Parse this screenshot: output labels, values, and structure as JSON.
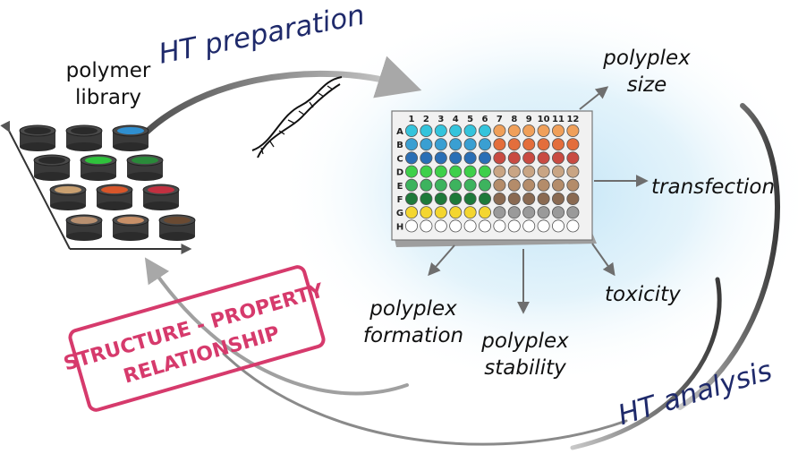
{
  "library": {
    "label_line1": "polymer",
    "label_line2": "library"
  },
  "ht_preparation": "HT preparation",
  "ht_analysis": "HT analysis",
  "plate": {
    "columns": [
      "1",
      "2",
      "3",
      "4",
      "5",
      "6",
      "7",
      "8",
      "9",
      "10",
      "11",
      "12"
    ],
    "rows": [
      "A",
      "B",
      "C",
      "D",
      "E",
      "F",
      "G",
      "H"
    ]
  },
  "outputs": {
    "size": {
      "line1": "polyplex",
      "line2": "size"
    },
    "transfection": "transfection",
    "toxicity": "toxicity",
    "formation": {
      "line1": "polyplex",
      "line2": "formation"
    },
    "stability": {
      "line1": "polyplex",
      "line2": "stability"
    }
  },
  "stamp": {
    "line1": "STRUCTURE - PROPERTY",
    "line2": "RELATIONSHIP",
    "color": "#d63a6c"
  },
  "colors": {
    "navy": "#1f2a6b",
    "arrow_gray": "#6e6e6e",
    "glow": "#bfe3f6",
    "well_rows": [
      [
        "#34c4dc",
        "#34c4dc",
        "#34c4dc",
        "#34c4dc",
        "#34c4dc",
        "#34c4dc",
        "#f0a05a",
        "#f0a05a",
        "#f0a05a",
        "#f0a05a",
        "#f0a05a",
        "#f0a05a"
      ],
      [
        "#3a9fd2",
        "#3a9fd2",
        "#3a9fd2",
        "#3a9fd2",
        "#3a9fd2",
        "#3a9fd2",
        "#e36e3c",
        "#e36e3c",
        "#e36e3c",
        "#e36e3c",
        "#e36e3c",
        "#e36e3c"
      ],
      [
        "#2a6fb6",
        "#2a6fb6",
        "#2a6fb6",
        "#2a6fb6",
        "#2a6fb6",
        "#2a6fb6",
        "#c94b42",
        "#c94b42",
        "#c94b42",
        "#c94b42",
        "#c94b42",
        "#c94b42"
      ],
      [
        "#3ed04a",
        "#3ed04a",
        "#3ed04a",
        "#3ed04a",
        "#3ed04a",
        "#3ed04a",
        "#c9a584",
        "#c9a584",
        "#c9a584",
        "#c9a584",
        "#c9a584",
        "#c9a584"
      ],
      [
        "#3db35e",
        "#3db35e",
        "#3db35e",
        "#3db35e",
        "#3db35e",
        "#3db35e",
        "#b48c6a",
        "#b48c6a",
        "#b48c6a",
        "#b48c6a",
        "#b48c6a",
        "#b48c6a"
      ],
      [
        "#1e7a3a",
        "#1e7a3a",
        "#1e7a3a",
        "#1e7a3a",
        "#1e7a3a",
        "#1e7a3a",
        "#8a6a52",
        "#8a6a52",
        "#8a6a52",
        "#8a6a52",
        "#8a6a52",
        "#8a6a52"
      ],
      [
        "#f4d630",
        "#f4d630",
        "#f4d630",
        "#f4d630",
        "#f4d630",
        "#f4d630",
        "#9a9a9a",
        "#9a9a9a",
        "#9a9a9a",
        "#9a9a9a",
        "#9a9a9a",
        "#9a9a9a"
      ],
      [
        "#ffffff",
        "#ffffff",
        "#ffffff",
        "#ffffff",
        "#ffffff",
        "#ffffff",
        "#ffffff",
        "#ffffff",
        "#ffffff",
        "#ffffff",
        "#ffffff",
        "#ffffff"
      ]
    ],
    "vial_tops": [
      "#2a2a2a",
      "#2a2a2a",
      "#2f8fd0",
      "#2a2a2a",
      "#2fc23c",
      "#2a8a3a",
      "#c9a070",
      "#d8562a",
      "#c23040",
      "#b89070",
      "#c89068",
      "#6a4a32"
    ]
  }
}
